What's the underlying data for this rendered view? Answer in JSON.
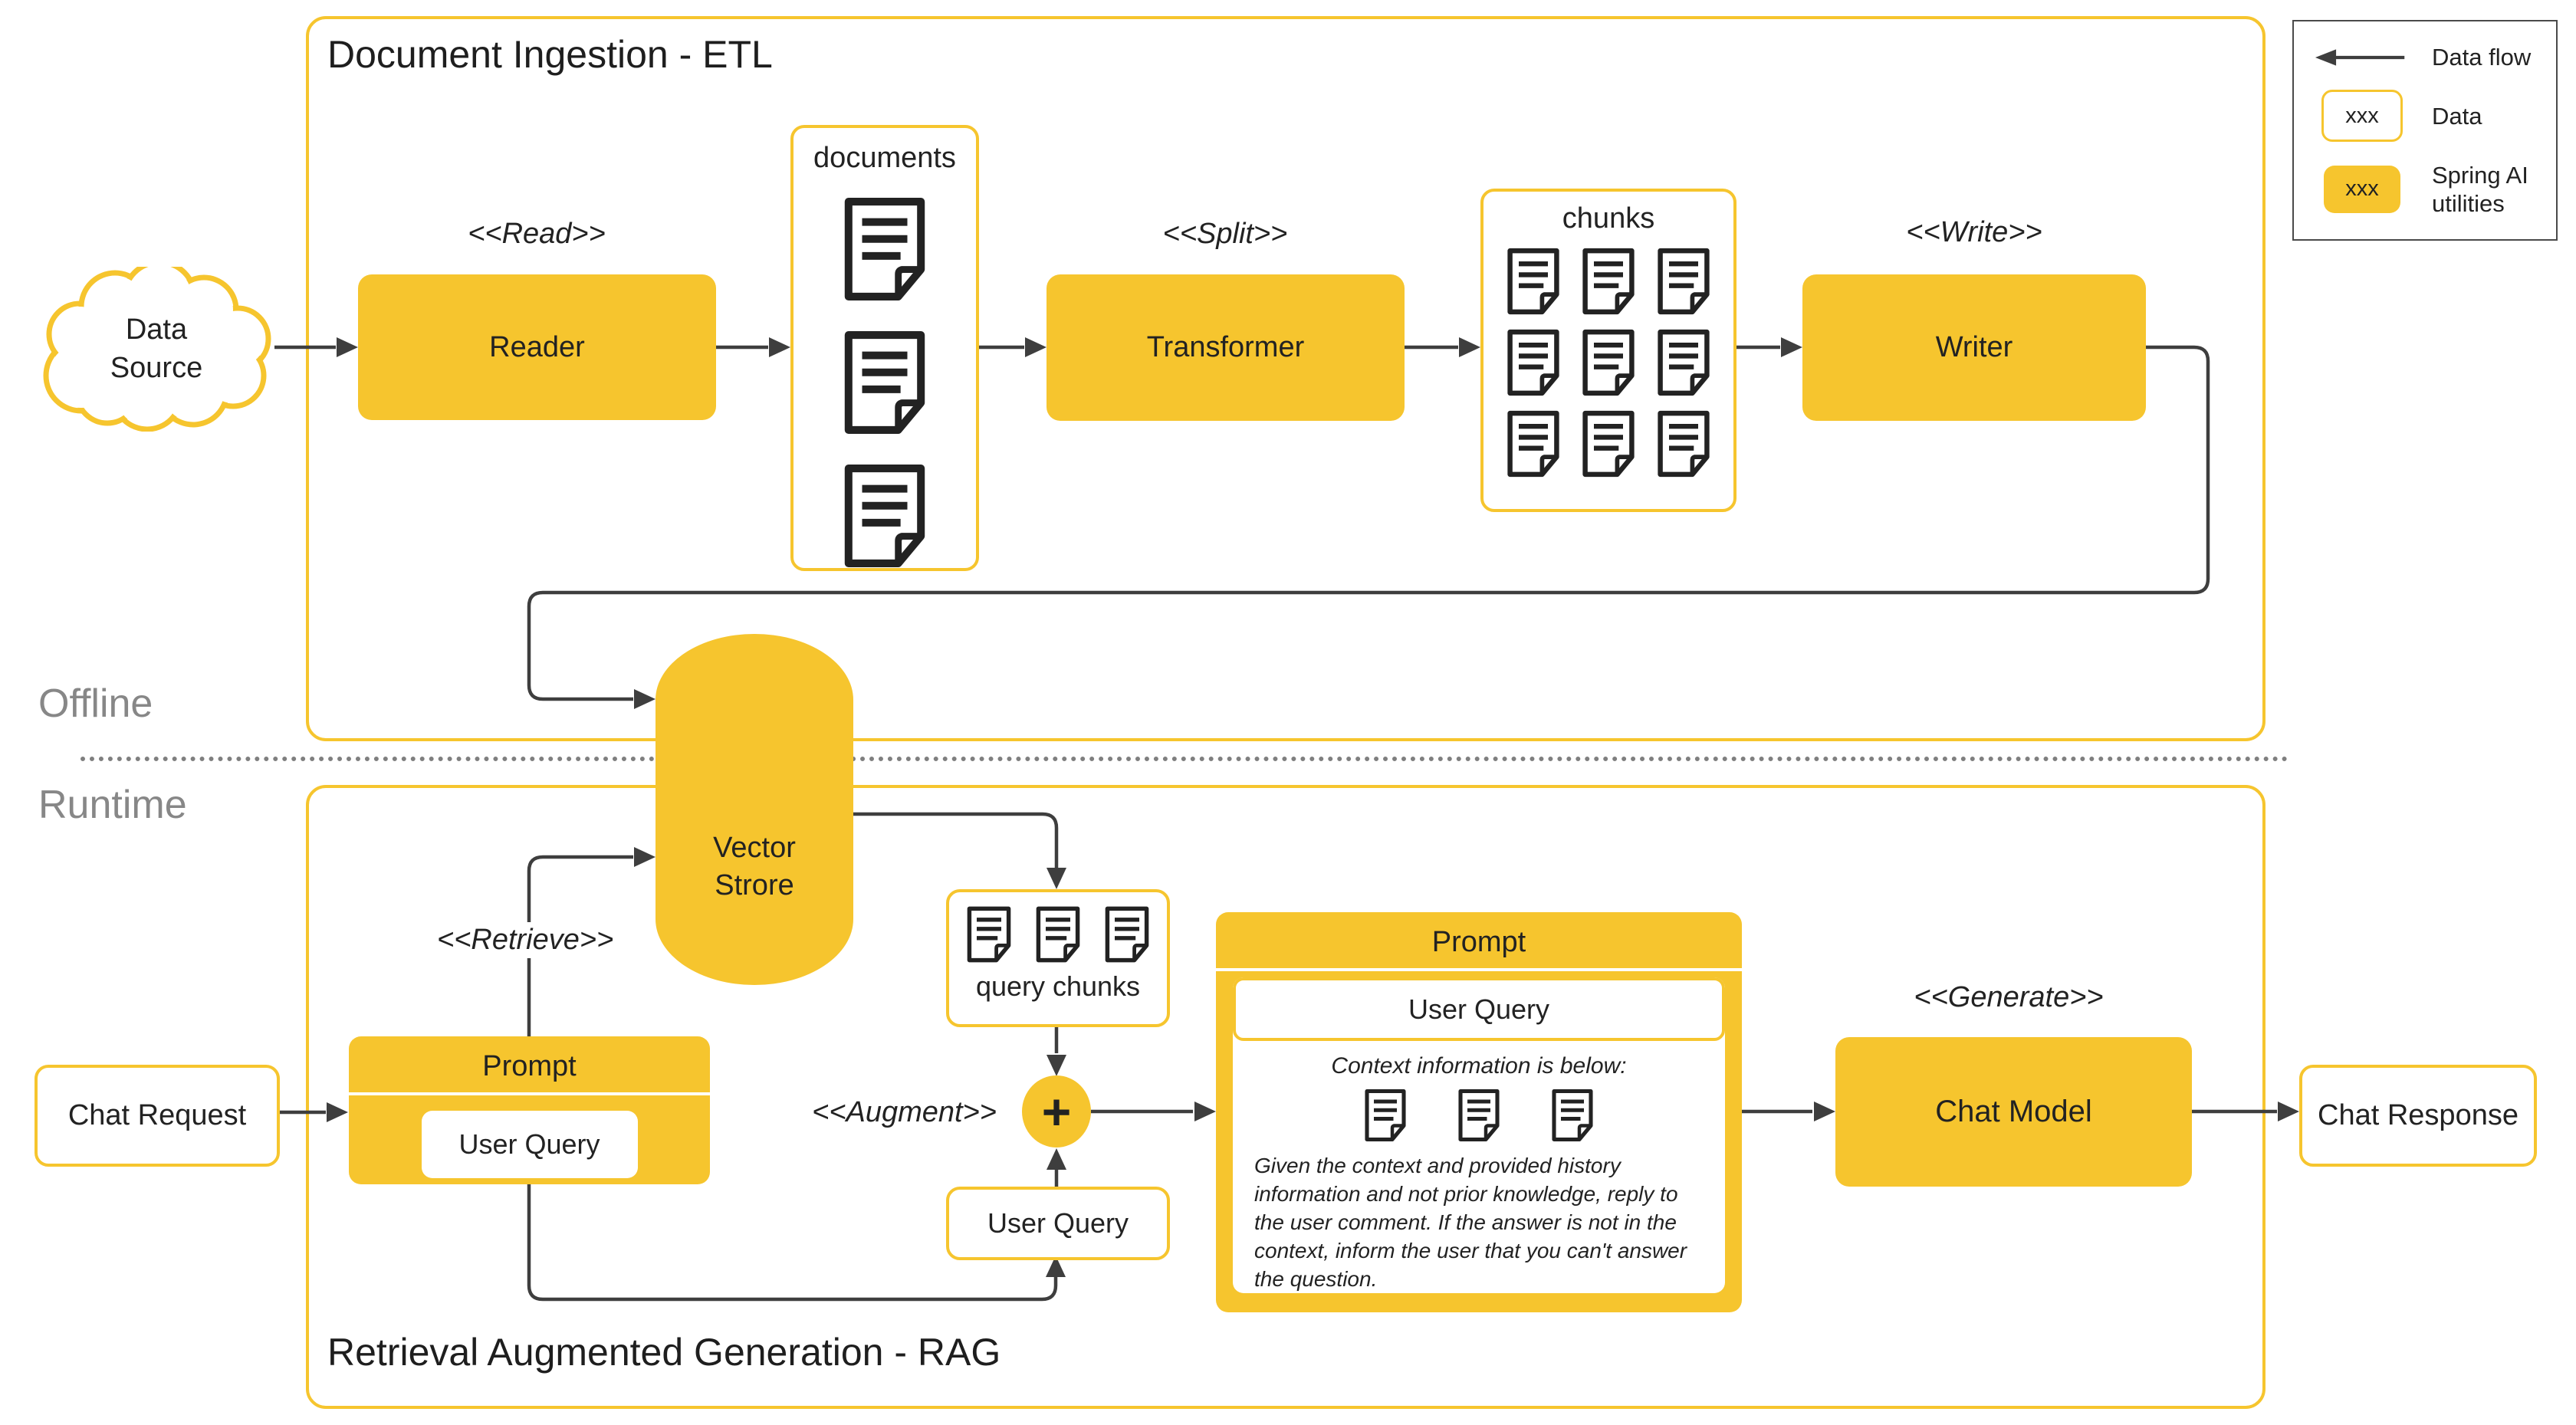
{
  "legend": {
    "data_flow_label": "Data flow",
    "data_swatch_text": "xxx",
    "data_label": "Data",
    "spring_swatch_text": "xxx",
    "spring_label": "Spring AI utilities"
  },
  "sections": {
    "offline": "Offline",
    "runtime": "Runtime"
  },
  "etl": {
    "title": "Document Ingestion - ETL",
    "data_source": "Data Source",
    "read_stereotype": "<<Read>>",
    "reader": "Reader",
    "documents_label": "documents",
    "split_stereotype": "<<Split>>",
    "transformer": "Transformer",
    "chunks_label": "chunks",
    "write_stereotype": "<<Write>>",
    "writer": "Writer"
  },
  "vector_store_label": "Vector Strore",
  "rag": {
    "title": "Retrieval Augmented Generation - RAG",
    "chat_request": "Chat Request",
    "prompt_header": "Prompt",
    "user_query": "User Query",
    "retrieve_stereotype": "<<Retrieve>>",
    "query_chunks_label": "query chunks",
    "augment_stereotype": "<<Augment>>",
    "plus_sign": "+",
    "user_query_2": "User Query",
    "prompt_box": {
      "header": "Prompt",
      "user_query": "User Query",
      "context_heading": "Context information is below:",
      "instructions": "Given the context and provided history information and not prior knowledge, reply to the user comment. If the answer is not in the context, inform the user that you can't answer the question."
    },
    "generate_stereotype": "<<Generate>>",
    "chat_model": "Chat Model",
    "chat_response": "Chat Response"
  },
  "colors": {
    "spring_yellow": "#F6C52E",
    "flow_line": "#3E3E3E",
    "section_label_gray": "#878787",
    "text": "#222222"
  }
}
